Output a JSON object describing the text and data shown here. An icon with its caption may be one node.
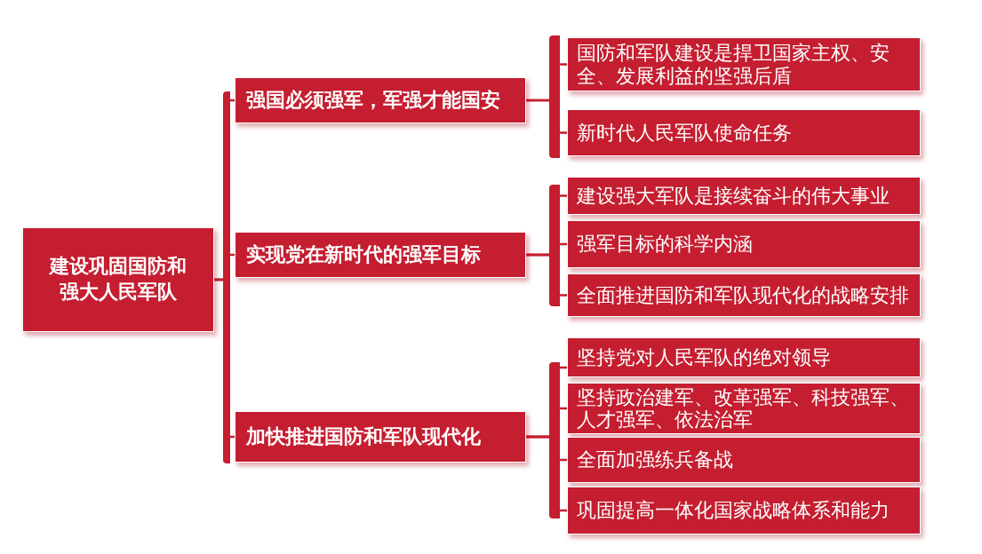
{
  "diagram": {
    "nodes": [
      {
        "text": [
          "建设巩固国防和强大人民军队"
        ]
      },
      {
        "text": [
          "强国必须强军，军强才能国安"
        ]
      },
      {
        "text": [
          "国防和军队建设是捍卫国家主权、安全、发展利益的坚强后盾"
        ]
      },
      {
        "text": [
          "新时代人民军队使命任务"
        ]
      },
      {
        "text": [
          "实现党在新时代的强军目标"
        ]
      },
      {
        "text": [
          "建设强大军队是接续奋斗的伟大事业"
        ]
      },
      {
        "text": [
          "强军目标的科学内涵"
        ]
      },
      {
        "text": [
          "全面推进国防和军队现代化的战略安排"
        ]
      },
      {
        "text": [
          "加快推进国防和军队现代化"
        ]
      },
      {
        "text": [
          "坚持党对人民军队的绝对领导"
        ]
      },
      {
        "text": [
          "坚持政治建军、改革强军、科技强军、人才强军、依法治军"
        ]
      },
      {
        "text": [
          "全面加强练兵备战"
        ]
      },
      {
        "text": [
          "巩固提高一体化国家战略体系和能力"
        ]
      }
    ],
    "edges": [
      {
        "from": 0,
        "to": 1,
        "arrow": "none"
      },
      {
        "from": 0,
        "to": 4,
        "arrow": "none"
      },
      {
        "from": 0,
        "to": 8,
        "arrow": "none"
      },
      {
        "from": 1,
        "to": 2,
        "arrow": "none"
      },
      {
        "from": 1,
        "to": 3,
        "arrow": "none"
      },
      {
        "from": 4,
        "to": 5,
        "arrow": "none"
      },
      {
        "from": 4,
        "to": 6,
        "arrow": "none"
      },
      {
        "from": 4,
        "to": 7,
        "arrow": "none"
      },
      {
        "from": 8,
        "to": 9,
        "arrow": "none"
      },
      {
        "from": 8,
        "to": 10,
        "arrow": "none"
      },
      {
        "from": 8,
        "to": 11,
        "arrow": "none"
      },
      {
        "from": 8,
        "to": 12,
        "arrow": "none"
      }
    ]
  }
}
